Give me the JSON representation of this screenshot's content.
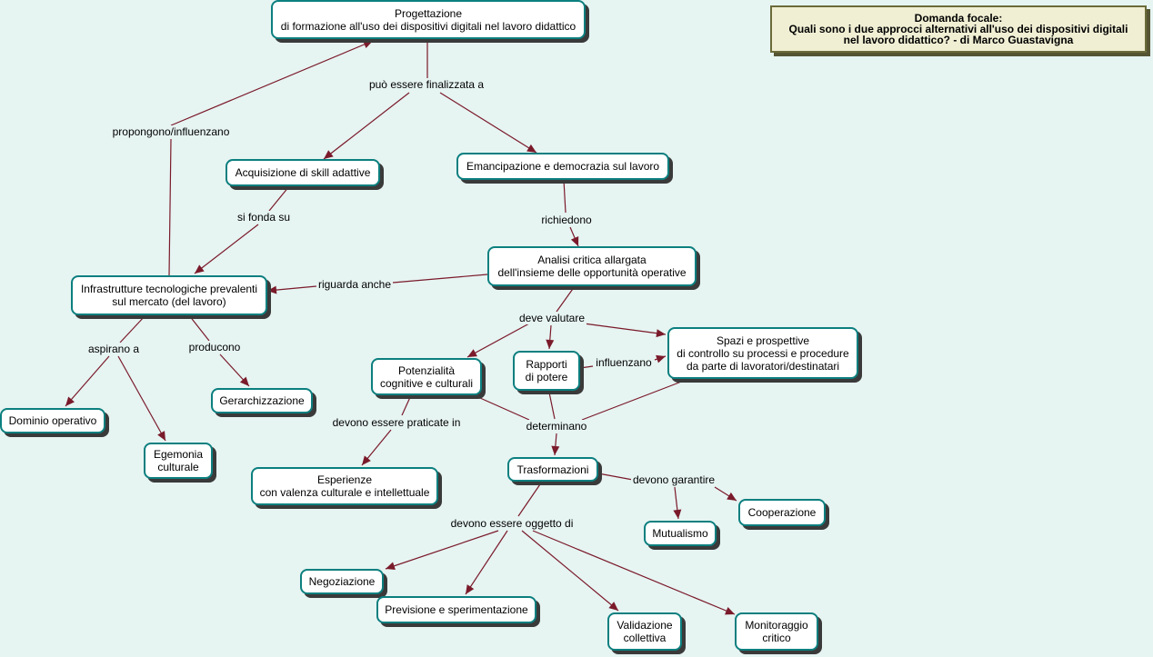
{
  "focal_question": "Domanda focale:\nQuali sono i due approcci alternativi all'uso dei dispositivi digitali\nnel lavoro didattico?  - di Marco Guastavigna",
  "concepts": {
    "progettazione": "Progettazione\ndi formazione all'uso dei dispositivi digitali nel lavoro didattico",
    "acquisizione": "Acquisizione di skill adattive",
    "emancipazione": "Emancipazione e democrazia sul lavoro",
    "analisi": "Analisi critica allargata\ndell'insieme delle opportunità operative",
    "infrastrutture": "Infrastrutture tecnologiche prevalenti\nsul mercato (del lavoro)",
    "potenzialita": "Potenzialità\ncognitive e culturali",
    "rapporti": "Rapporti\ndi  potere",
    "spazi": "Spazi e prospettive\ndi controllo su processi e procedure\nda parte di lavoratori/destinatari",
    "dominio": "Dominio operativo",
    "egemonia": "Egemonia\nculturale",
    "gerarchizzazione": "Gerarchizzazione",
    "esperienze": "Esperienze\ncon valenza culturale e intellettuale",
    "trasformazioni": "Trasformazioni",
    "mutualismo": "Mutualismo",
    "cooperazione": "Cooperazione",
    "negoziazione": "Negoziazione",
    "previsione": "Previsione e sperimentazione",
    "validazione": "Validazione\ncollettiva",
    "monitoraggio": "Monitoraggio\ncritico"
  },
  "linking_phrases": {
    "puo_essere": "può essere finalizzata a",
    "propongono": "propongono/influenzano",
    "si_fonda": "si fonda su",
    "richiedono": "richiedono",
    "riguarda": "riguarda anche",
    "deve_valutare": "deve valutare",
    "influenzano": "influenzano",
    "aspirano": "aspirano a",
    "producono": "producono",
    "devono_praticate": "devono essere praticate in",
    "determinano": "determinano",
    "devono_garantire": "devono garantire",
    "devono_oggetto": "devono essere oggetto di"
  }
}
